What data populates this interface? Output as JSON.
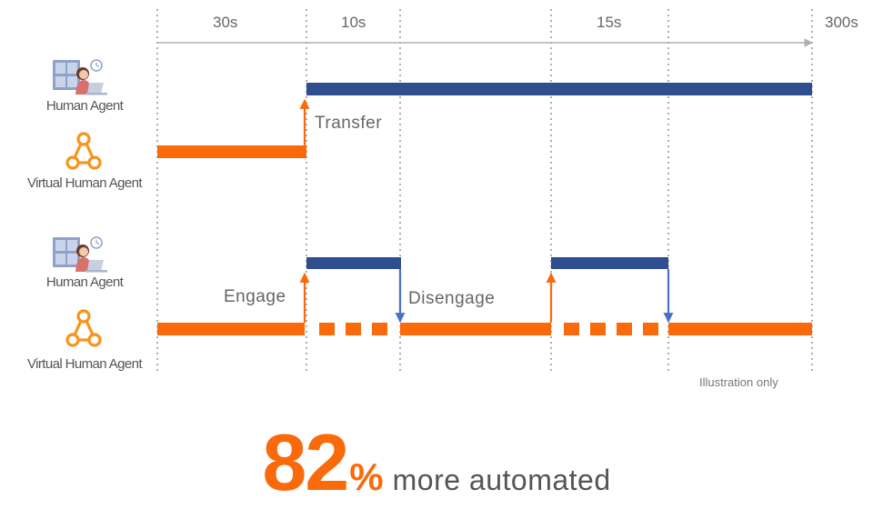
{
  "time_labels": [
    "30s",
    "10s",
    "15s",
    "300s"
  ],
  "roles": {
    "human": "Human Agent",
    "virtual": "Virtual Human Agent"
  },
  "events": {
    "transfer": "Transfer",
    "engage": "Engage",
    "disengage": "Disengage"
  },
  "note": "Illustration only",
  "stat": {
    "number": "82",
    "percent": "%",
    "text": "more automated"
  },
  "colors": {
    "human_line": "#2e4e8f",
    "virtual_line": "#fa6a0a",
    "grid": "#9a9a9a",
    "axis": "#b0b0b0",
    "icon_orange": "#f7941d"
  },
  "icons": [
    "human-agent-icon",
    "virtual-agent-icon"
  ]
}
